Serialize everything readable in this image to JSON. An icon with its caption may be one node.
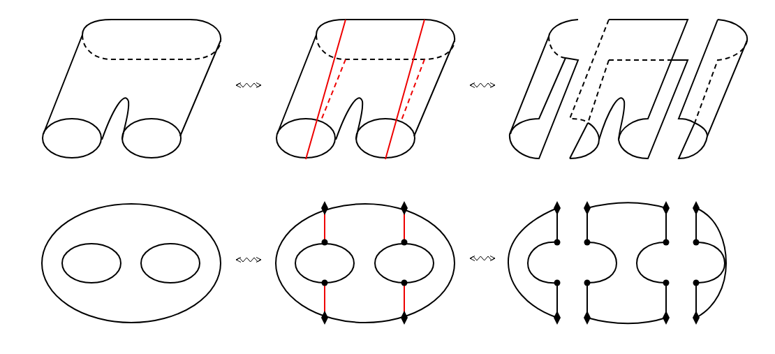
{
  "diagram": {
    "nodes": [
      {
        "text": [],
        "shape": "picture"
      },
      {
        "text": [],
        "shape": "picture"
      },
      {
        "text": [],
        "shape": "picture"
      },
      {
        "text": [],
        "shape": "picture"
      },
      {
        "text": [],
        "shape": "picture"
      },
      {
        "text": [],
        "shape": "picture"
      }
    ],
    "edges": [
      {
        "from": 0,
        "to": 1,
        "arrow": "both"
      },
      {
        "from": 1,
        "to": 2,
        "arrow": "both"
      },
      {
        "from": 3,
        "to": 4,
        "arrow": "both"
      },
      {
        "from": 4,
        "to": 5,
        "arrow": "both"
      }
    ]
  }
}
